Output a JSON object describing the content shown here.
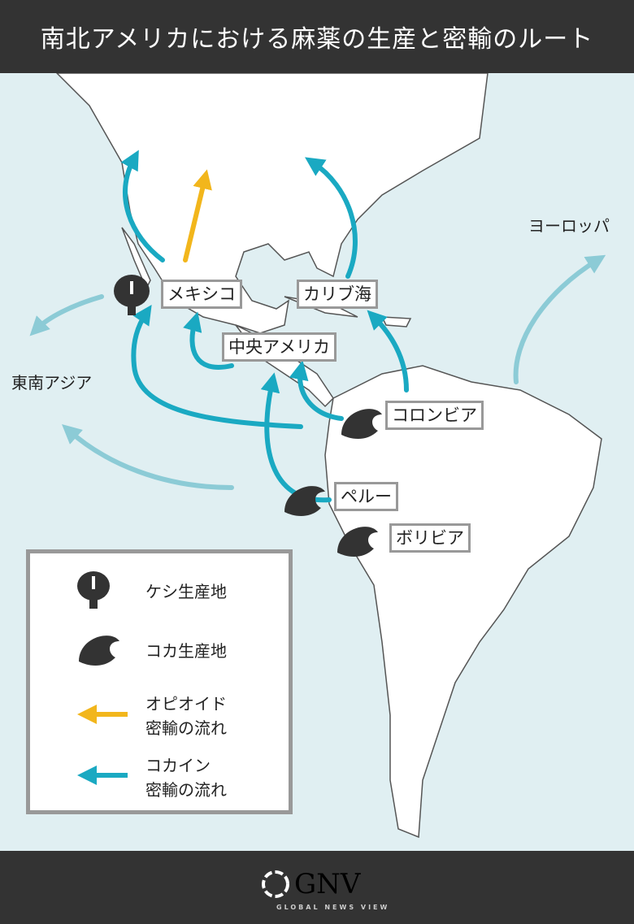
{
  "title": "南北アメリカにおける麻薬の生産と密輸のルート",
  "labels": {
    "mexico": "メキシコ",
    "caribbean": "カリブ海",
    "central_america": "中央アメリカ",
    "colombia": "コロンビア",
    "peru": "ペルー",
    "bolivia": "ボリビア",
    "europe": "ヨーロッパ",
    "southeast_asia": "東南アジア"
  },
  "legend": {
    "poppy": "ケシ生産地",
    "coca": "コカ生産地",
    "opioid_line1": "オピオイド",
    "opioid_line2": "密輸の流れ",
    "cocaine_line1": "コカイン",
    "cocaine_line2": "密輸の流れ"
  },
  "colors": {
    "cocaine": "#1aa9c2",
    "export": "#8ccbd6",
    "opioid": "#f2b61c"
  },
  "footer": {
    "logo": "GNV",
    "tagline": "GLOBAL NEWS VIEW"
  }
}
